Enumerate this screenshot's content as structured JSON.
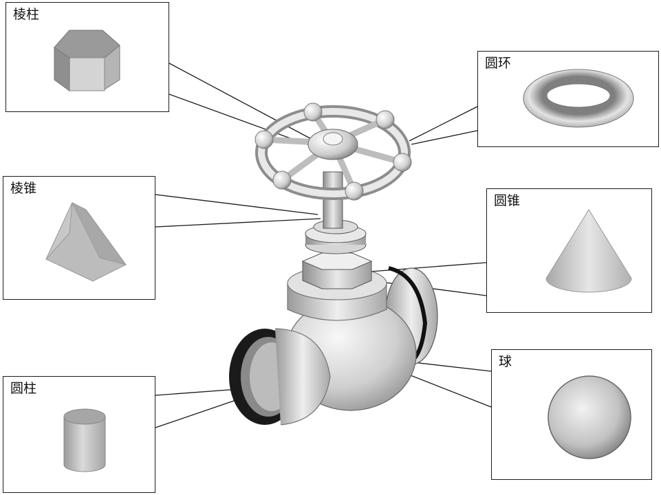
{
  "labels": {
    "prism": "棱柱",
    "pyramid": "棱锥",
    "cylinder": "圆柱",
    "torus": "圆环",
    "cone": "圆锥",
    "sphere": "球"
  },
  "colors": {
    "line": "#1a1a1a",
    "shape_light": "#e6e6e6",
    "shape_mid": "#bdbdbd",
    "shape_dark": "#8a8a8a"
  }
}
